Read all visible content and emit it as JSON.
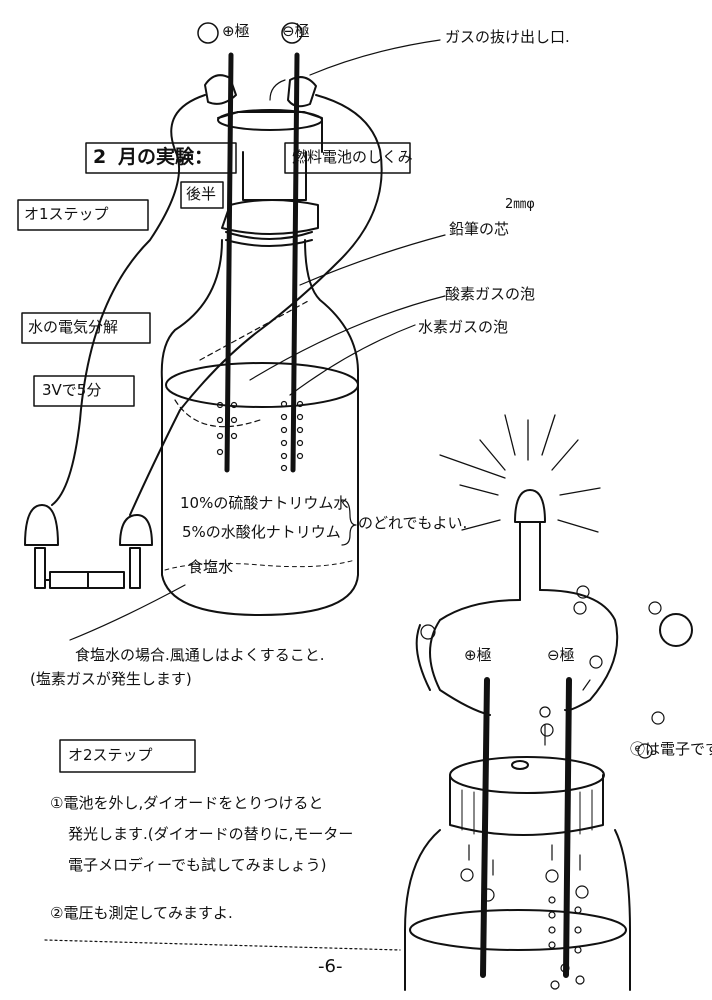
{
  "top": {
    "plus_pole": "⊕極",
    "minus_pole": "⊖極",
    "gas_outlet": "ガスの抜け出し口."
  },
  "title": {
    "month": "2",
    "exp": "月の実験：",
    "subject": "燃料電池のしくみ",
    "second_half": "後半"
  },
  "step1": {
    "heading": "オ1ステップ",
    "electrolysis": "水の電気分解",
    "duration": "3Vで5分"
  },
  "labels": {
    "pencil_core": "鉛筆の芯",
    "diameter": "2㎜φ",
    "oxygen_bubbles": "酸素ガスの泡",
    "hydrogen_bubbles": "水素ガスの泡",
    "solution1": "10%の硫酸ナトリウム水",
    "solution2": "5%の水酸化ナトリウム",
    "either_ok": "のどれでもよい.",
    "salt_water": "食塩水",
    "salt_note": "食塩水の場合.風通しはよくすること.",
    "chlorine_note": "(塩素ガスが発生します)"
  },
  "right": {
    "plus_pole": "⊕極",
    "minus_pole": "⊖極",
    "electron_note": "ⓔは電子です."
  },
  "step2": {
    "heading": "オ2ステップ",
    "item1_l1": "①電池を外し,ダイオードをとりつけると",
    "item1_l2": "発光します.(ダイオードの替りに,モーター",
    "item1_l3": "電子メロディーでも試してみましょう)",
    "item2": "②電圧も測定してみますよ."
  },
  "page_number": "-6-",
  "colors": {
    "ink": "#111111",
    "paper": "#ffffff"
  }
}
